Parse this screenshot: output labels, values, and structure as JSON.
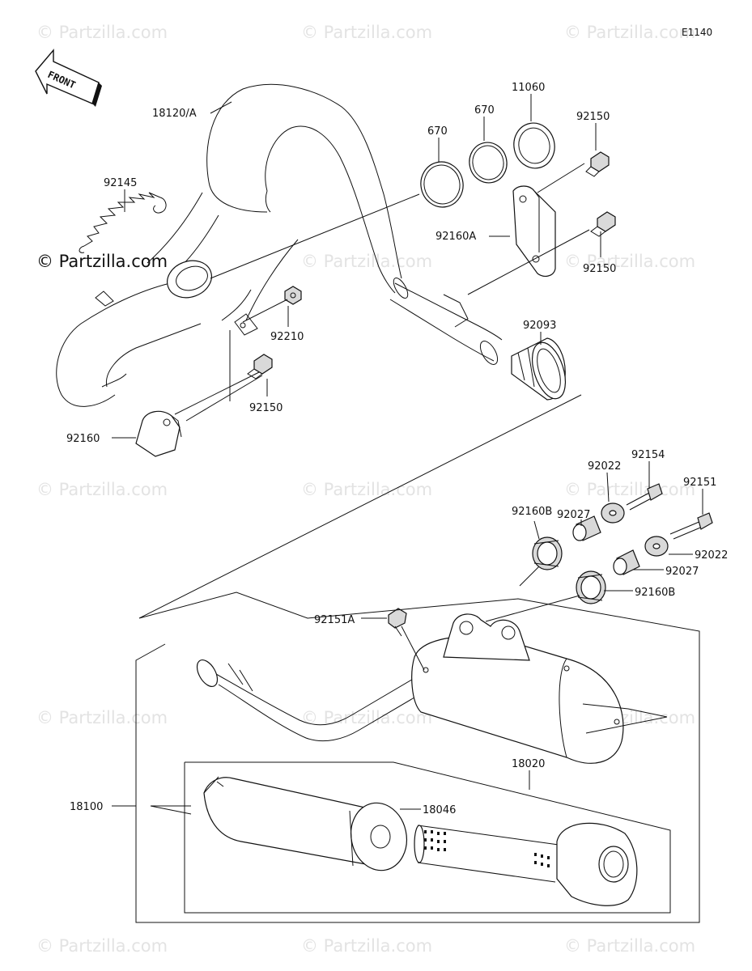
{
  "diagram_code": "E1140",
  "front_arrow_label": "FRONT",
  "watermark": "© Partzilla.com",
  "watermark_highlight": "© Partzilla.com",
  "callouts": {
    "p18120a": "18120/A",
    "p92145": "92145",
    "p670a": "670",
    "p670b": "670",
    "p11060": "11060",
    "p92150a": "92150",
    "p92160a": "92160A",
    "p92150b": "92150",
    "p92210": "92210",
    "p92093": "92093",
    "p92150c": "92150",
    "p92160": "92160",
    "p92154": "92154",
    "p92022a": "92022",
    "p92151": "92151",
    "p92027a": "92027",
    "p92160b1": "92160B",
    "p92022b": "92022",
    "p92027b": "92027",
    "p92160b2": "92160B",
    "p92151a": "92151A",
    "p18020": "18020",
    "p18100": "18100",
    "p18046": "18046"
  }
}
